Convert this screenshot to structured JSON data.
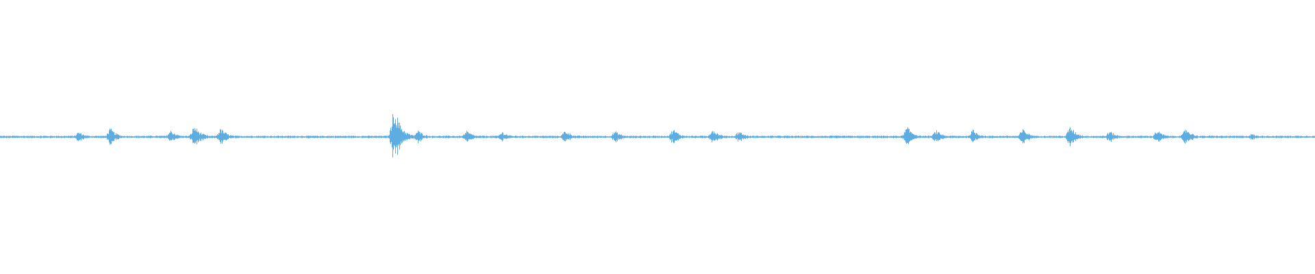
{
  "waveform": {
    "color": "#5dade2",
    "baseline_amplitude": 0.02,
    "bursts": [
      {
        "t": 0.06,
        "a": 0.08
      },
      {
        "t": 0.084,
        "a": 0.13
      },
      {
        "t": 0.13,
        "a": 0.1
      },
      {
        "t": 0.148,
        "a": 0.17
      },
      {
        "t": 0.168,
        "a": 0.13
      },
      {
        "t": 0.3,
        "a": 0.45
      },
      {
        "t": 0.318,
        "a": 0.1
      },
      {
        "t": 0.355,
        "a": 0.09
      },
      {
        "t": 0.382,
        "a": 0.08
      },
      {
        "t": 0.43,
        "a": 0.1
      },
      {
        "t": 0.468,
        "a": 0.09
      },
      {
        "t": 0.512,
        "a": 0.12
      },
      {
        "t": 0.542,
        "a": 0.12
      },
      {
        "t": 0.562,
        "a": 0.09
      },
      {
        "t": 0.69,
        "a": 0.15
      },
      {
        "t": 0.712,
        "a": 0.1
      },
      {
        "t": 0.74,
        "a": 0.11
      },
      {
        "t": 0.778,
        "a": 0.12
      },
      {
        "t": 0.814,
        "a": 0.16
      },
      {
        "t": 0.844,
        "a": 0.09
      },
      {
        "t": 0.88,
        "a": 0.1
      },
      {
        "t": 0.902,
        "a": 0.13
      },
      {
        "t": 0.952,
        "a": 0.05
      }
    ]
  }
}
